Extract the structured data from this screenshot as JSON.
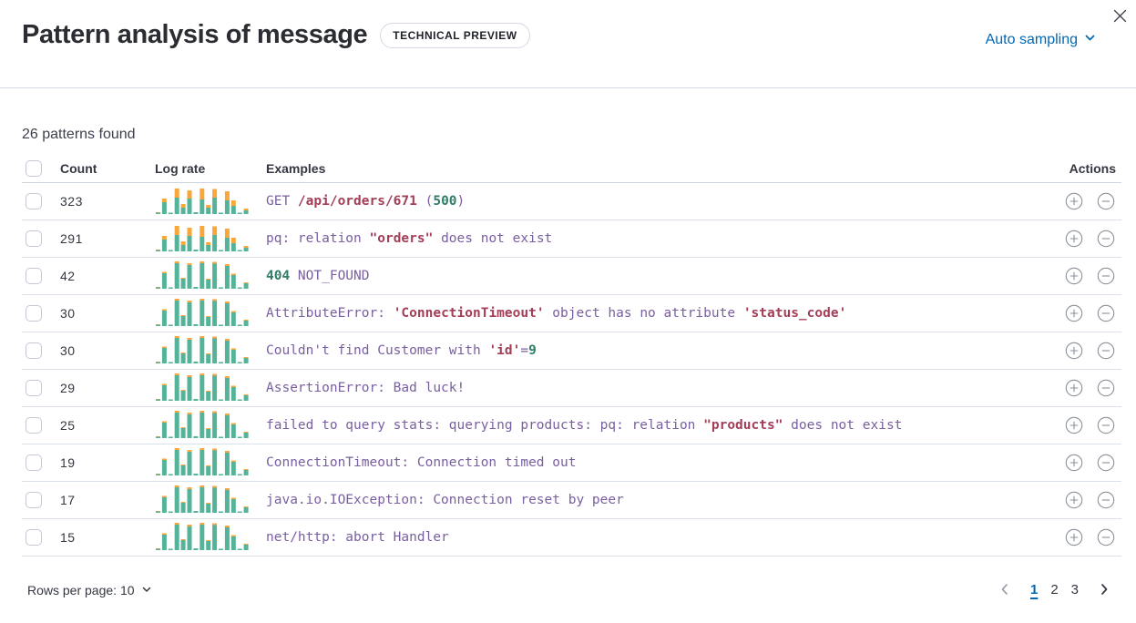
{
  "header": {
    "title": "Pattern analysis of message",
    "badge": "TECHNICAL PREVIEW",
    "sampling_label": "Auto sampling"
  },
  "summary": "26 patterns found",
  "colors": {
    "accent_blue": "#0068b3",
    "spark_teal": "#54b399",
    "spark_orange": "#f9a73b",
    "example_purple": "#7a5fa0",
    "example_red": "#a43d56",
    "example_green": "#2f7d68"
  },
  "example_colors": {
    "p": {
      "hex": "#7a5fa0",
      "bold": false
    },
    "r": {
      "hex": "#a43d56",
      "bold": true
    },
    "g": {
      "hex": "#2f7d68",
      "bold": true
    }
  },
  "sparklines": {
    "max_height": 30,
    "patterns": {
      "high": {
        "teal": [
          1.5,
          13,
          1.5,
          18,
          7,
          17,
          2,
          16,
          7,
          18,
          1.5,
          15,
          9,
          1.5,
          4
        ],
        "orange": [
          0.5,
          4,
          0,
          10,
          4,
          9,
          0,
          12,
          3,
          9.5,
          0,
          10,
          6,
          0,
          2
        ]
      },
      "low": {
        "teal": [
          1.5,
          17,
          1.5,
          28,
          11,
          26,
          2,
          28,
          10,
          27.5,
          1.5,
          25,
          15,
          1.5,
          6
        ],
        "orange": [
          0.5,
          1.5,
          0,
          2,
          1,
          2,
          0,
          2,
          1,
          2,
          0,
          2,
          1.5,
          0,
          1
        ]
      }
    }
  },
  "table": {
    "columns": {
      "count": "Count",
      "log_rate": "Log rate",
      "examples": "Examples",
      "actions": "Actions"
    },
    "rows": [
      {
        "count": "323",
        "spark": "high",
        "example": [
          {
            "text": "GET ",
            "color": "p"
          },
          {
            "text": "/api/orders/671",
            "color": "r"
          },
          {
            "text": " (",
            "color": "p"
          },
          {
            "text": "500",
            "color": "g"
          },
          {
            "text": ")",
            "color": "p"
          }
        ]
      },
      {
        "count": "291",
        "spark": "high",
        "example": [
          {
            "text": "pq: relation ",
            "color": "p"
          },
          {
            "text": "\"orders\"",
            "color": "r"
          },
          {
            "text": " does not exist",
            "color": "p"
          }
        ]
      },
      {
        "count": "42",
        "spark": "low",
        "example": [
          {
            "text": "404",
            "color": "g"
          },
          {
            "text": " NOT_FOUND",
            "color": "p"
          }
        ]
      },
      {
        "count": "30",
        "spark": "low",
        "example": [
          {
            "text": "AttributeError: ",
            "color": "p"
          },
          {
            "text": "'ConnectionTimeout'",
            "color": "r"
          },
          {
            "text": " object has no attribute ",
            "color": "p"
          },
          {
            "text": "'status_code'",
            "color": "r"
          }
        ]
      },
      {
        "count": "30",
        "spark": "low",
        "example": [
          {
            "text": "Couldn't find Customer with ",
            "color": "p"
          },
          {
            "text": "'id'",
            "color": "r"
          },
          {
            "text": "=",
            "color": "p"
          },
          {
            "text": "9",
            "color": "g"
          }
        ]
      },
      {
        "count": "29",
        "spark": "low",
        "example": [
          {
            "text": "AssertionError: Bad luck!",
            "color": "p"
          }
        ]
      },
      {
        "count": "25",
        "spark": "low",
        "example": [
          {
            "text": "failed to query stats: querying products: pq: relation ",
            "color": "p"
          },
          {
            "text": "\"products\"",
            "color": "r"
          },
          {
            "text": " does not exist",
            "color": "p"
          }
        ]
      },
      {
        "count": "19",
        "spark": "low",
        "example": [
          {
            "text": "ConnectionTimeout: Connection timed out",
            "color": "p"
          }
        ]
      },
      {
        "count": "17",
        "spark": "low",
        "example": [
          {
            "text": "java.io.IOException: Connection reset by peer",
            "color": "p"
          }
        ]
      },
      {
        "count": "15",
        "spark": "low",
        "example": [
          {
            "text": "net/http: abort Handler",
            "color": "p"
          }
        ]
      }
    ]
  },
  "footer": {
    "rows_per_page": "Rows per page: 10",
    "pages": [
      "1",
      "2",
      "3"
    ],
    "active_page": "1"
  }
}
